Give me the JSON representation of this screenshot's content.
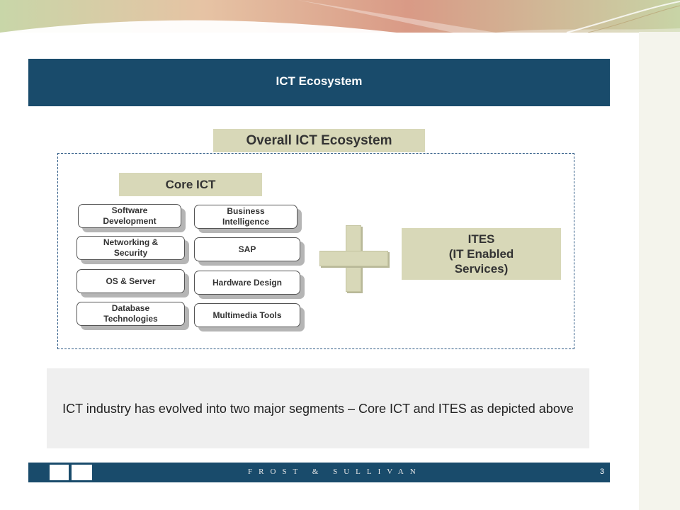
{
  "header": {
    "title": "ICT Ecosystem"
  },
  "diagram": {
    "overall_title": "Overall ICT Ecosystem",
    "core_title": "Core ICT",
    "core_items": [
      "Software\nDevelopment",
      "Business\nIntelligence",
      "Networking &\nSecurity",
      "SAP",
      "OS & Server",
      "Hardware Design",
      "Database\nTechnologies",
      "Multimedia Tools"
    ],
    "plus_symbol": "+",
    "ites_label": "ITES\n(IT Enabled\nServices)"
  },
  "caption": "ICT industry has evolved into two major segments – Core ICT and ITES as depicted above",
  "footer": {
    "brand": "FROST & SULLIVAN",
    "page_number": "3"
  },
  "colors": {
    "navy": "#194b6b",
    "olive": "#d8d8b8",
    "dashed_border": "#2e5a85",
    "caption_bg": "#efefef"
  }
}
